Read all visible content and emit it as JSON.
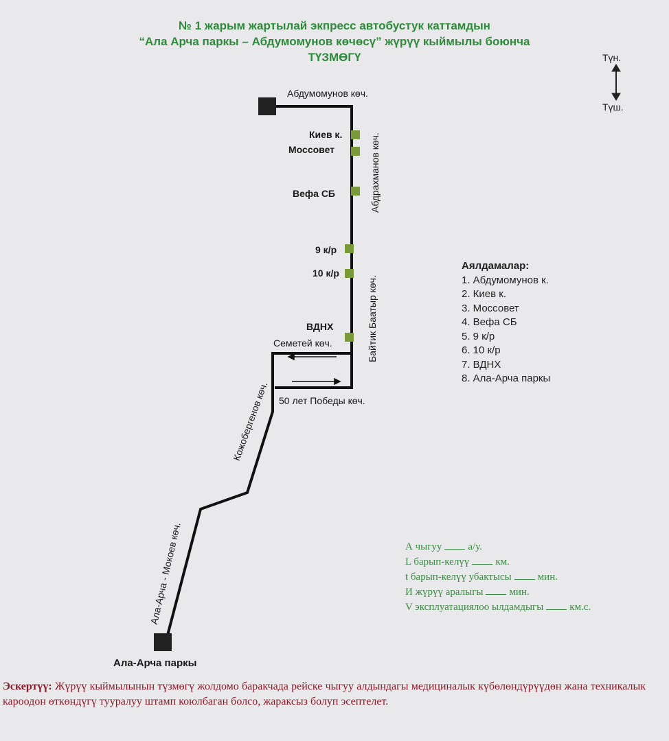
{
  "header": {
    "line1": "№ 1  жарым жартылай экпресс автобустук каттамдын",
    "line2": "“Ала Арча паркы – Абдумомунов көчөсү” жүрүү кыймылы боюнча",
    "line3": "ТҮЗМӨГҮ"
  },
  "compass": {
    "north": "Түн.",
    "south": "Түш."
  },
  "map": {
    "streets": {
      "abdumomunov": "Абдумомунов көч.",
      "abdrakhmanov": "Абдрахманов көч.",
      "baitik": "Байтик Баатыр көч.",
      "semetey": "Семетей көч.",
      "pobedy": "50 лет Победы  көч.",
      "kozhobergenov": "Кожобергенов көч.",
      "mokoev": "Ала-Арча - Мокоев көч."
    },
    "stops": [
      "Киев к.",
      "Моссовет",
      "Вефа СБ",
      "9 к/р",
      "10 к/р",
      "ВДНХ"
    ],
    "terminal_end": "Ала-Арча паркы",
    "stop_color": "#7a9a3a"
  },
  "legend": {
    "title": "Аялдамалар:",
    "items": [
      "1. Абдумомунов к.",
      "2. Киев к.",
      "3. Моссовет",
      "4. Вефа СБ",
      "5. 9 к/р",
      "6. 10 к/р",
      "7. ВДНХ",
      "8. Ала-Арча паркы"
    ]
  },
  "params": [
    {
      "label": "А чыгуу",
      "unit": "а/у."
    },
    {
      "label": "L барып-келүү",
      "unit": "км."
    },
    {
      "label": "t барып-келүү убактысы",
      "unit": "мин."
    },
    {
      "label": "И жүрүү аралыгы",
      "unit": "мин."
    },
    {
      "label": "V эксплуатациялоо ылдамдыгы",
      "unit": "км.с."
    }
  ],
  "note": {
    "label": "Эскертүү:",
    "text": " Жүрүү кыймылынын түзмөгү жолдомо баракчада рейске чыгуу алдындагы медициналык күбөлөндүрүүдөн жана техникалык кароодон өткөндүгү тууралуу штамп коюлбаган болсо, жараксыз болуп эсептелет."
  }
}
